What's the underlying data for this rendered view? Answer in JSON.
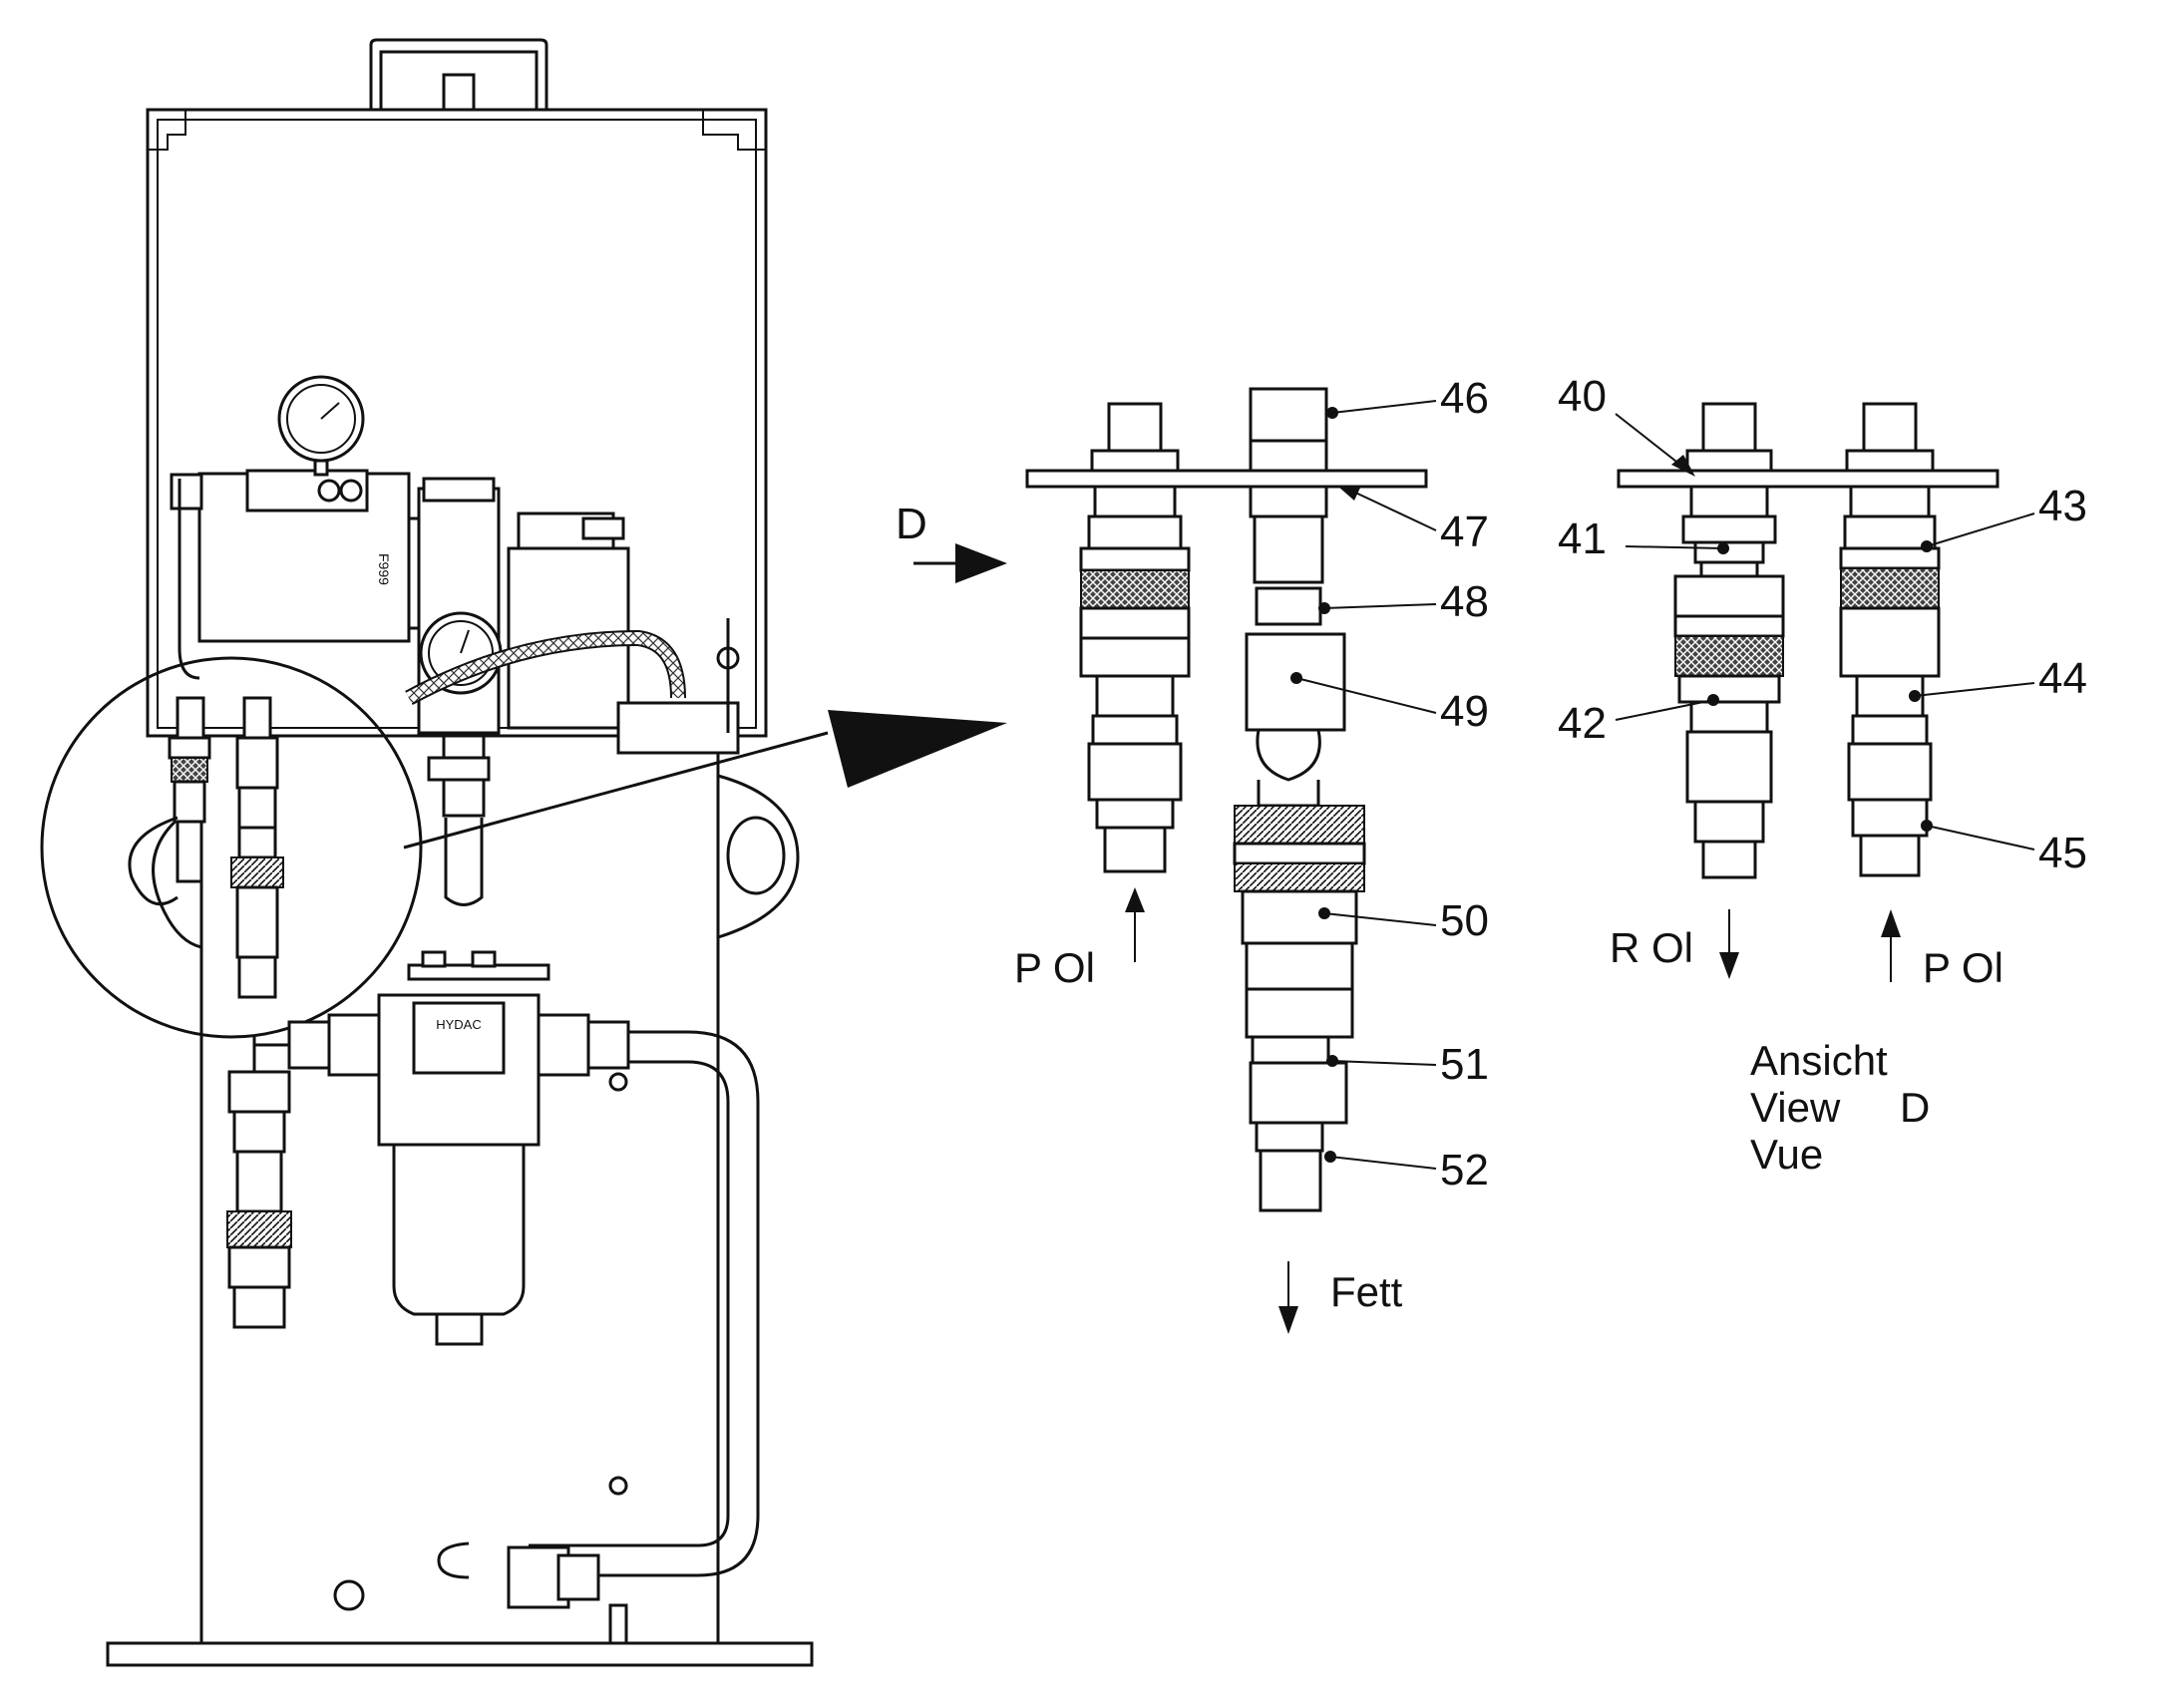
{
  "view_arrow_letter": "D",
  "callouts": [
    "40",
    "41",
    "42",
    "43",
    "44",
    "45",
    "46",
    "47",
    "48",
    "49",
    "50",
    "51",
    "52"
  ],
  "flow_labels": {
    "p_oil_left": "P Ol",
    "fett": "Fett",
    "r_oil": "R Ol",
    "p_oil_right": "P Ol"
  },
  "view_caption": {
    "line1": "Ansicht",
    "line2_word": "View",
    "line2_letter": "D",
    "line3": "Vue"
  },
  "filter_label": "HYDAC",
  "gauge_tag": "F999",
  "colors": {
    "line": "#111111",
    "background": "#ffffff",
    "knurl": "#333333"
  }
}
